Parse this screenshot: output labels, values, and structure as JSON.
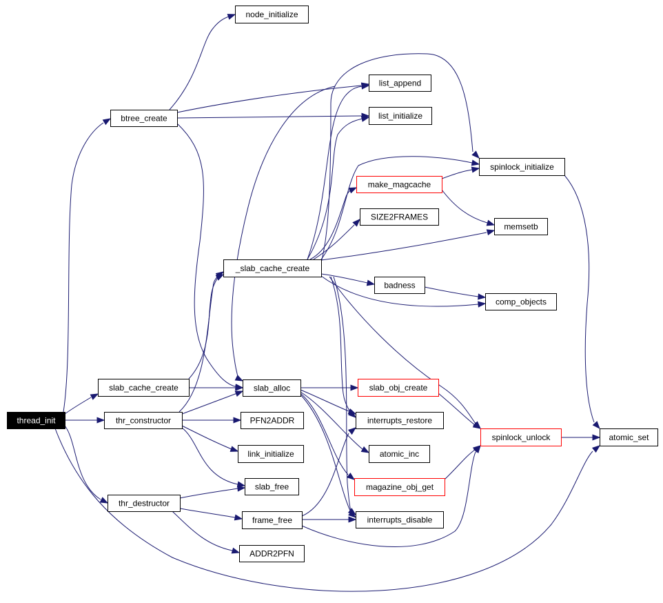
{
  "graph": {
    "nodes": {
      "thread_init": "thread_init",
      "btree_create": "btree_create",
      "node_initialize": "node_initialize",
      "list_append": "list_append",
      "list_initialize": "list_initialize",
      "spinlock_initialize": "spinlock_initialize",
      "make_magcache": "make_magcache",
      "size2frames": "SIZE2FRAMES",
      "memsetb": "memsetb",
      "slab_cache_create_internal": "_slab_cache_create",
      "badness": "badness",
      "comp_objects": "comp_objects",
      "slab_cache_create": "slab_cache_create",
      "slab_alloc": "slab_alloc",
      "slab_obj_create": "slab_obj_create",
      "thr_constructor": "thr_constructor",
      "pfn2addr": "PFN2ADDR",
      "interrupts_restore": "interrupts_restore",
      "spinlock_unlock": "spinlock_unlock",
      "atomic_set": "atomic_set",
      "link_initialize": "link_initialize",
      "atomic_inc": "atomic_inc",
      "slab_free": "slab_free",
      "magazine_obj_get": "magazine_obj_get",
      "thr_destructor": "thr_destructor",
      "frame_free": "frame_free",
      "interrupts_disable": "interrupts_disable",
      "addr2pfn": "ADDR2PFN"
    },
    "colors": {
      "edge": "#191970",
      "node_border": "#000000",
      "incomplete_node_border": "#ff0000",
      "root_fill": "#000000",
      "root_text": "#ffffff"
    }
  }
}
